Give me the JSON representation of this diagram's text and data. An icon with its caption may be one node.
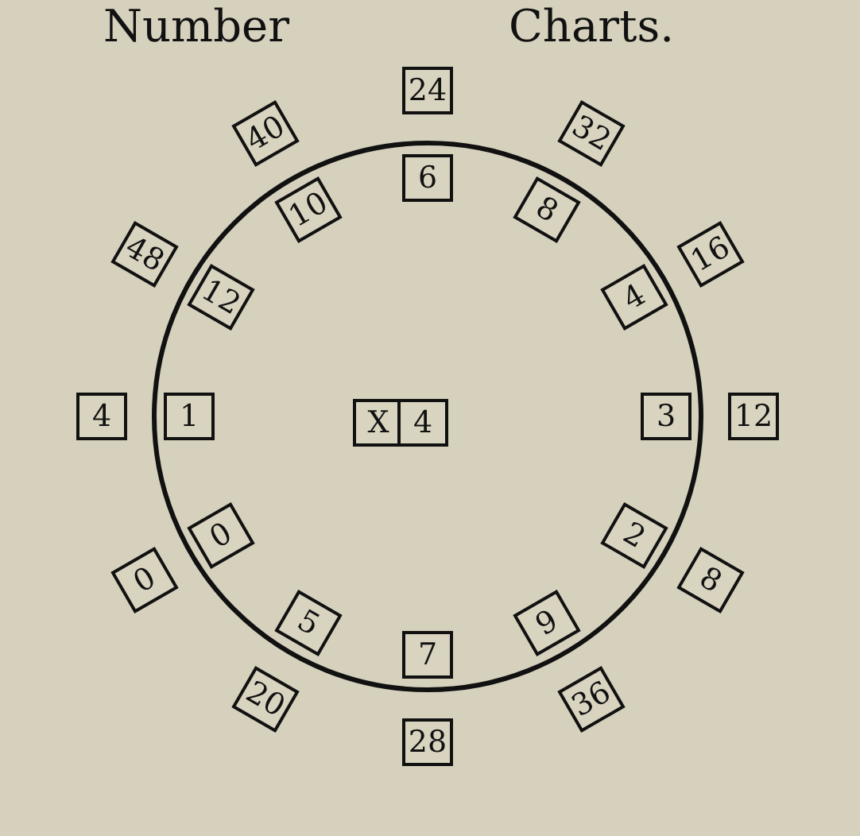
{
  "diagram": {
    "nodes": [
      {
        "text": [
          "6"
        ]
      },
      {
        "text": [
          "24"
        ]
      },
      {
        "text": [
          "8"
        ]
      },
      {
        "text": [
          "32"
        ]
      },
      {
        "text": [
          "4"
        ]
      },
      {
        "text": [
          "16"
        ]
      },
      {
        "text": [
          "3"
        ]
      },
      {
        "text": [
          "12"
        ]
      },
      {
        "text": [
          "2"
        ]
      },
      {
        "text": [
          "8"
        ]
      },
      {
        "text": [
          "9"
        ]
      },
      {
        "text": [
          "36"
        ]
      },
      {
        "text": [
          "7"
        ]
      },
      {
        "text": [
          "28"
        ]
      },
      {
        "text": [
          "5"
        ]
      },
      {
        "text": [
          "20"
        ]
      },
      {
        "text": [
          "0"
        ]
      },
      {
        "text": [
          "0"
        ]
      },
      {
        "text": [
          "1"
        ]
      },
      {
        "text": [
          "4"
        ]
      },
      {
        "text": [
          "12"
        ]
      },
      {
        "text": [
          "48"
        ]
      },
      {
        "text": [
          "10"
        ]
      },
      {
        "text": [
          "40"
        ]
      },
      {
        "text": [
          "X"
        ]
      },
      {
        "text": [
          "4"
        ]
      }
    ],
    "labels": [
      "Number",
      "Charts."
    ]
  }
}
